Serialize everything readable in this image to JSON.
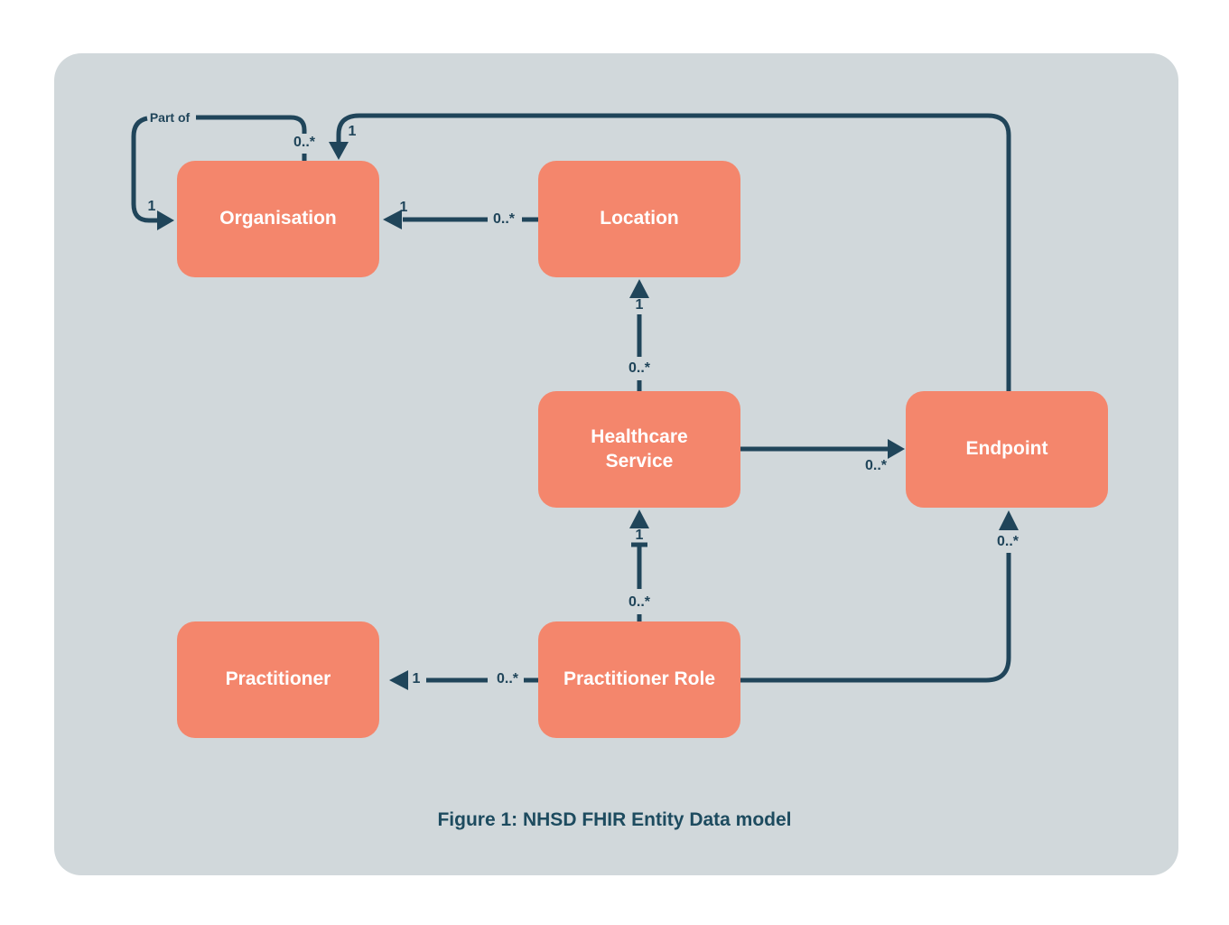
{
  "caption": "Figure 1: NHSD FHIR Entity Data model",
  "colors": {
    "panel_background": "#D1D8DB",
    "entity_fill": "#F4866C",
    "entity_text": "#FFFFFF",
    "connector": "#20455A"
  },
  "entities": {
    "organisation": {
      "label": "Organisation"
    },
    "location": {
      "label": "Location"
    },
    "healthcare_service": {
      "label": "Healthcare Service"
    },
    "endpoint": {
      "label": "Endpoint"
    },
    "practitioner": {
      "label": "Practitioner"
    },
    "practitioner_role": {
      "label": "Practitioner Role"
    }
  },
  "relationships": {
    "organisation_part_of_organisation": {
      "from": "Organisation",
      "to": "Organisation",
      "label": "Part of",
      "from_cardinality": "0..*",
      "to_cardinality": "1"
    },
    "location_to_organisation": {
      "from": "Location",
      "to": "Organisation",
      "from_cardinality": "0..*",
      "to_cardinality": "1"
    },
    "healthcare_service_to_location": {
      "from": "Healthcare Service",
      "to": "Location",
      "from_cardinality": "0..*",
      "to_cardinality": "1"
    },
    "healthcare_service_to_endpoint": {
      "from": "Healthcare Service",
      "to": "Endpoint",
      "from_cardinality": "0..*"
    },
    "endpoint_to_organisation": {
      "from": "Endpoint",
      "to": "Organisation",
      "to_cardinality": "1"
    },
    "practitioner_role_to_practitioner": {
      "from": "Practitioner Role",
      "to": "Practitioner",
      "from_cardinality": "0..*",
      "to_cardinality": "1"
    },
    "practitioner_role_to_healthcare_service": {
      "from": "Practitioner Role",
      "to": "Healthcare Service",
      "from_cardinality": "0..*",
      "to_cardinality": "1"
    },
    "practitioner_role_to_endpoint": {
      "from": "Practitioner Role",
      "to": "Endpoint",
      "from_cardinality": "0..*"
    }
  }
}
